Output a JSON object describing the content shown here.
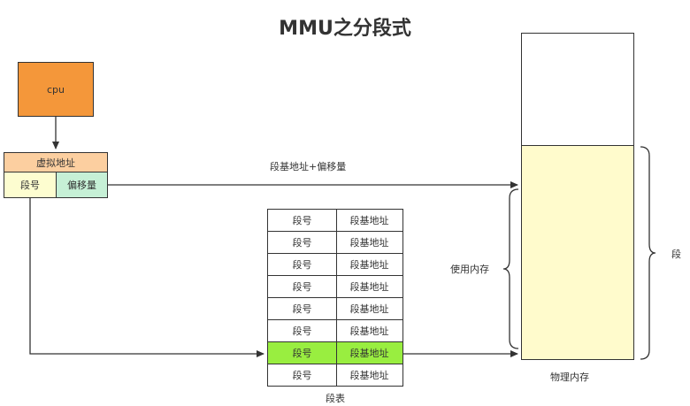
{
  "title": "MMU之分段式",
  "cpu": {
    "label": "cpu"
  },
  "virtual_address": {
    "header": "虚拟地址",
    "segment_number": "段号",
    "offset": "偏移量"
  },
  "arrow_label": "段基地址+偏移量",
  "segment_table": {
    "caption": "段表",
    "highlighted_index": 6,
    "rows": [
      {
        "seg": "段号",
        "base": "段基地址"
      },
      {
        "seg": "段号",
        "base": "段基地址"
      },
      {
        "seg": "段号",
        "base": "段基地址"
      },
      {
        "seg": "段号",
        "base": "段基地址"
      },
      {
        "seg": "段号",
        "base": "段基地址"
      },
      {
        "seg": "段号",
        "base": "段基地址"
      },
      {
        "seg": "段号",
        "base": "段基地址"
      },
      {
        "seg": "段号",
        "base": "段基地址"
      }
    ]
  },
  "memory": {
    "used_label": "使用内存",
    "segment_label": "段",
    "caption": "物理内存"
  },
  "colors": {
    "cpu": "#f4973a",
    "virtual_header": "#fccfa0",
    "segment_cell": "#fdfdd0",
    "offset_cell": "#c6f0d6",
    "highlight_row": "#99ee40",
    "memory_used": "#fffbcc"
  }
}
